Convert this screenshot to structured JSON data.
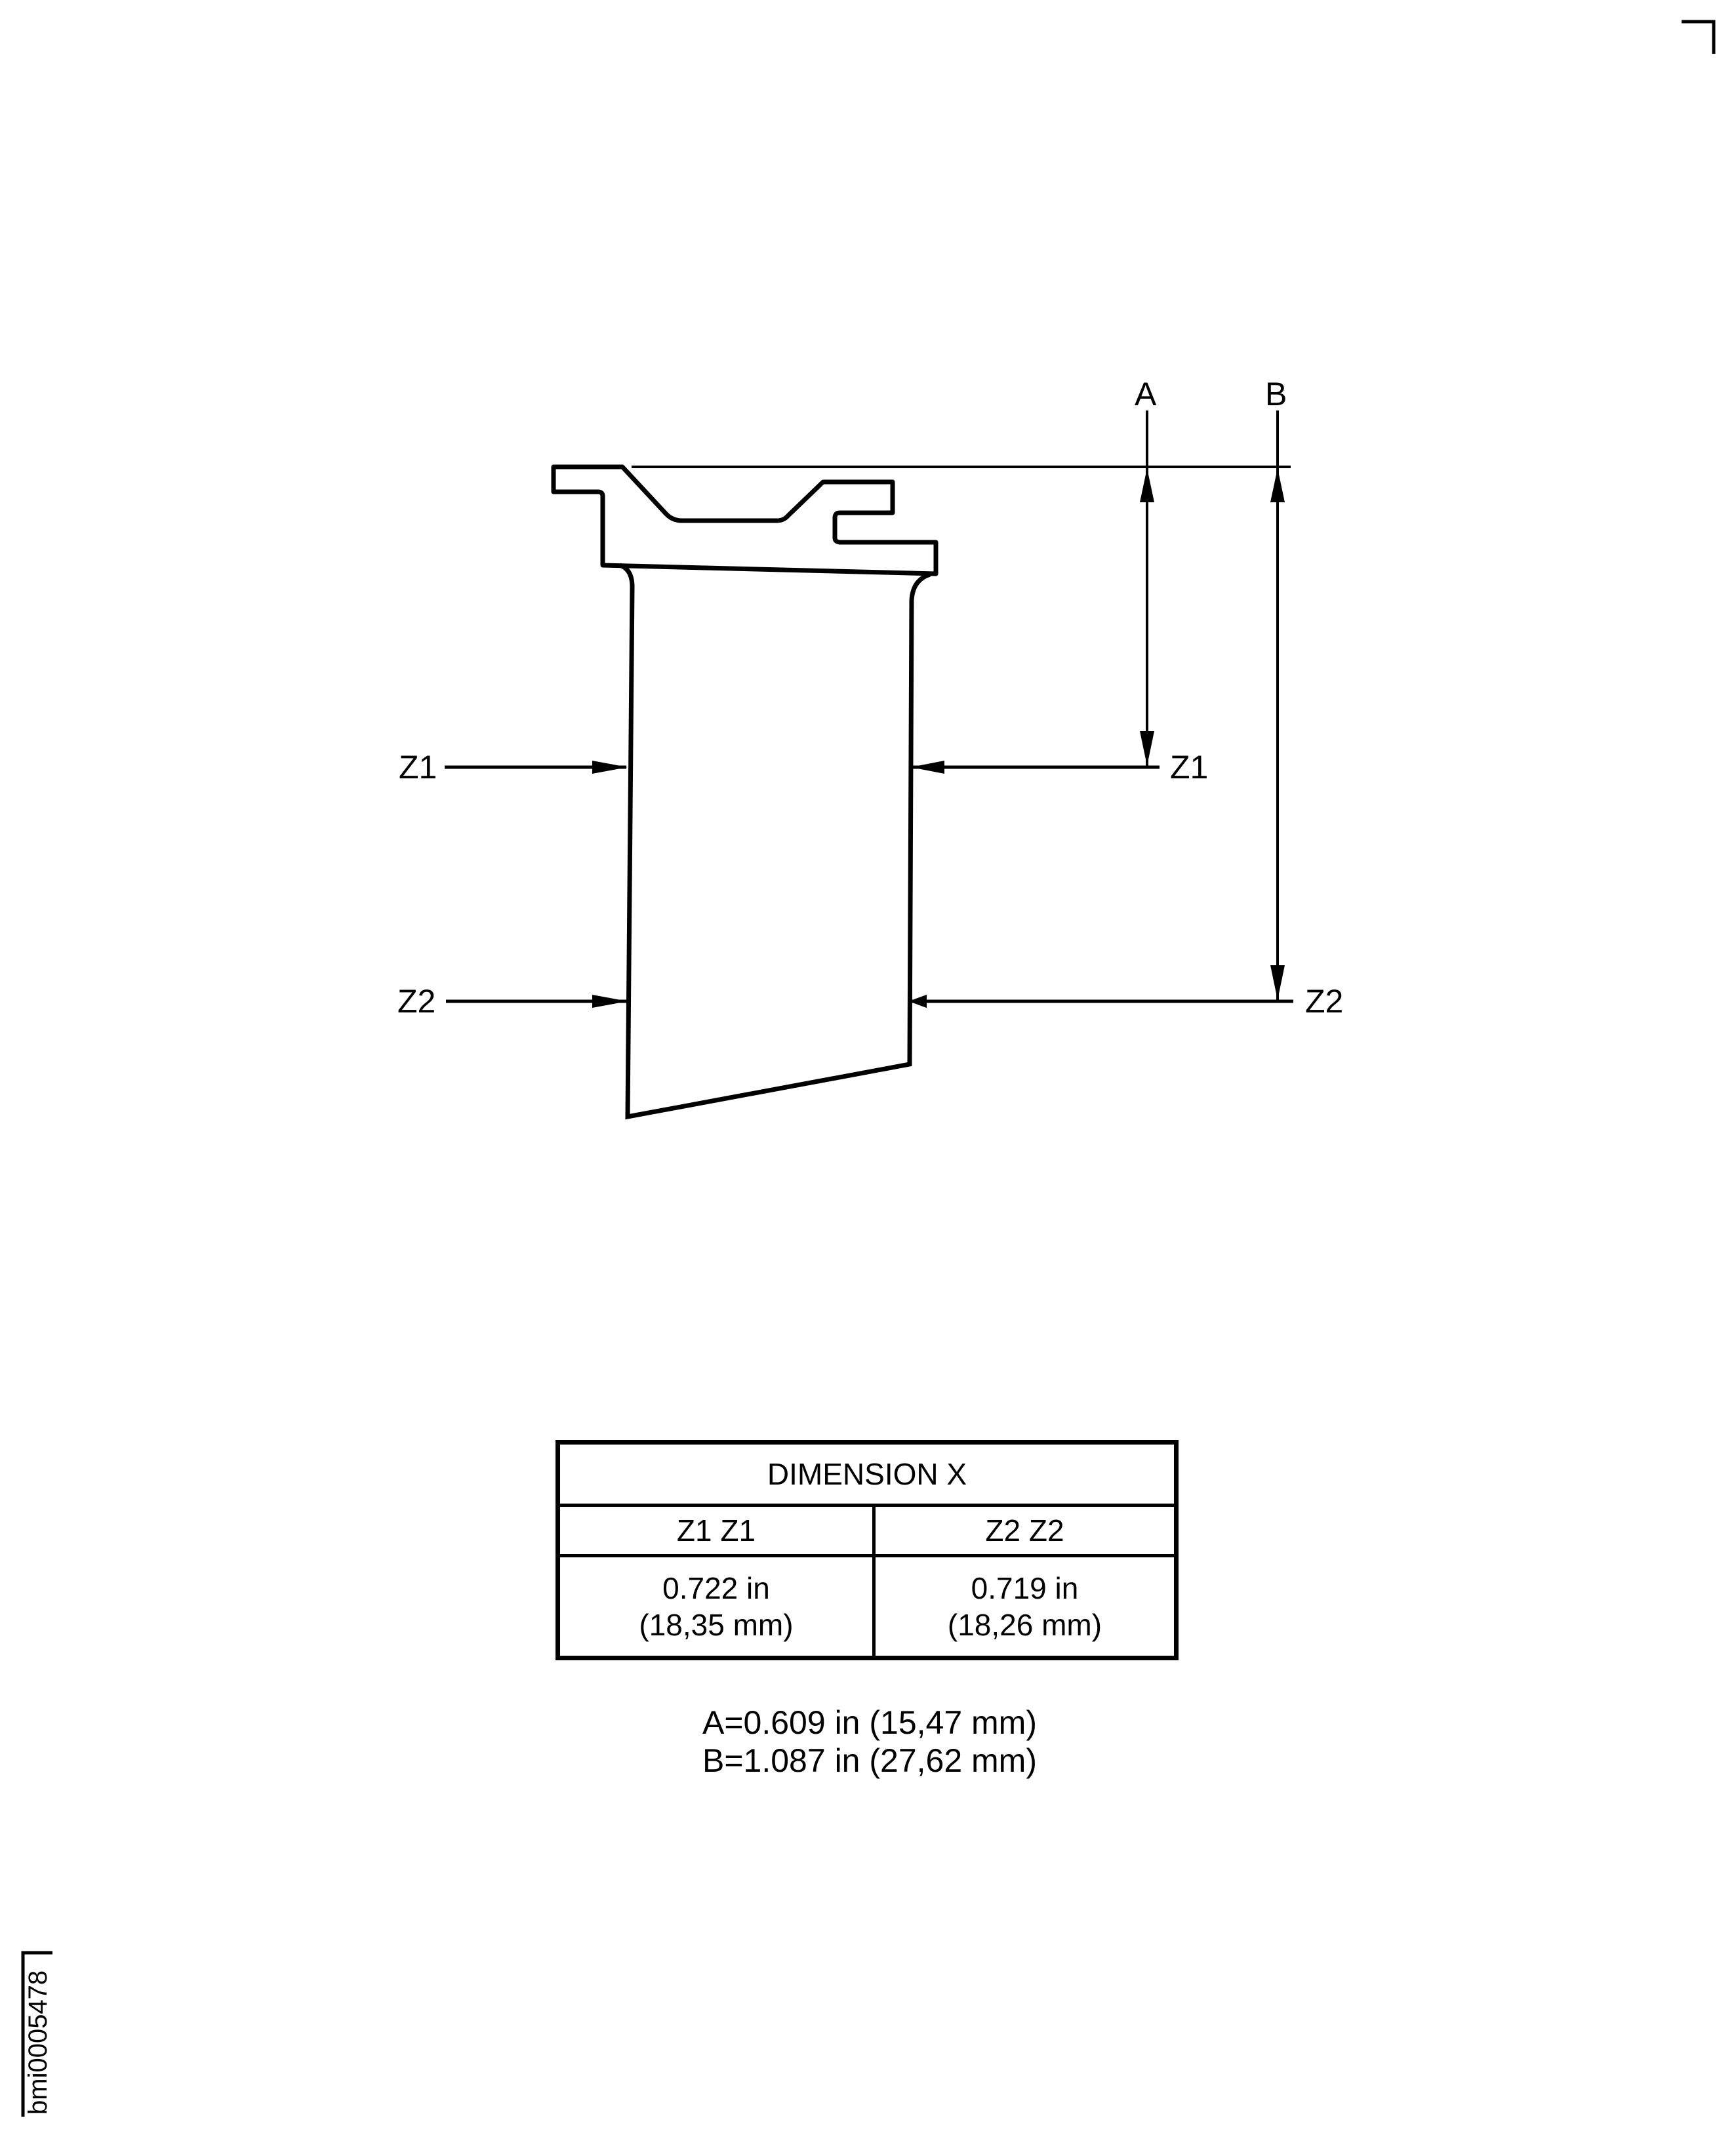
{
  "drawing": {
    "dimension_labels": {
      "a": "A",
      "b": "B"
    },
    "section_labels": {
      "z1_left": "Z1",
      "z1_right": "Z1",
      "z2_left": "Z2",
      "z2_right": "Z2"
    }
  },
  "table": {
    "title": "DIMENSION X",
    "columns": [
      "Z1 Z1",
      "Z2 Z2"
    ],
    "values": [
      {
        "in": "0.722 in",
        "mm": "(18,35 mm)"
      },
      {
        "in": "0.719 in",
        "mm": "(18,26 mm)"
      }
    ]
  },
  "notes": [
    "A=0.609 in (15,47 mm)",
    "B=1.087 in (27,62 mm)"
  ],
  "image_id": "bmi0005478",
  "colors": {
    "line": "#000000",
    "background": "#ffffff"
  }
}
